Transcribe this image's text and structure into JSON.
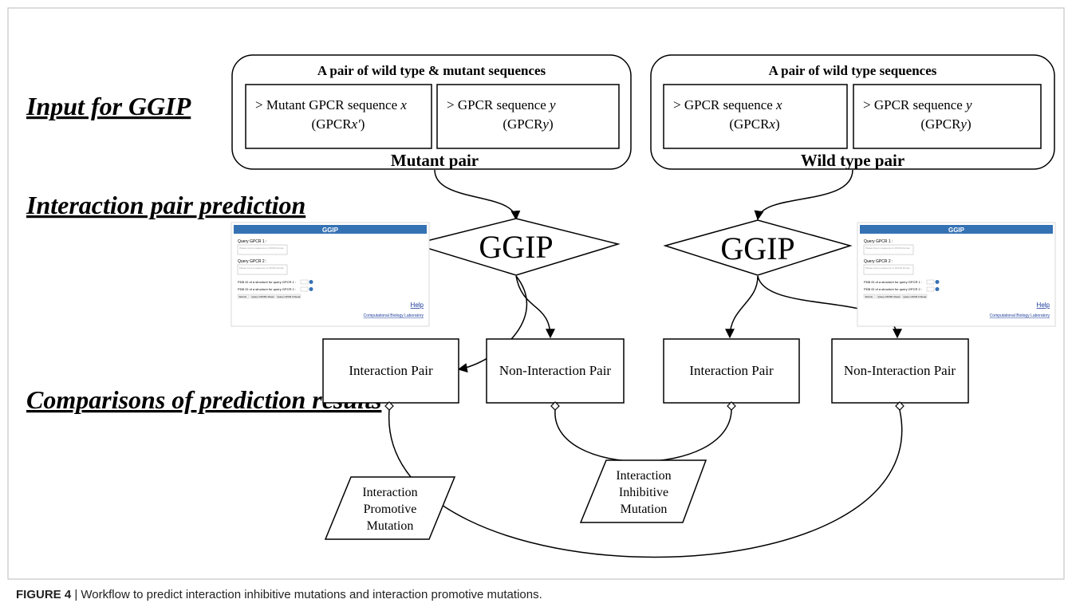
{
  "sections": {
    "input": "Input for GGIP",
    "prediction": "Interaction pair prediction",
    "comparison": "Comparisons of prediction results"
  },
  "mutant_group": {
    "title": "A pair of wild type & mutant sequences",
    "box1_line1_prefix": "> Mutant GPCR sequence ",
    "box1_line1_var": "x",
    "box1_line2_prefix": "(GPCR",
    "box1_line2_var": "x'",
    "box1_line2_suffix": ")",
    "box2_line1_prefix": "> GPCR sequence ",
    "box2_line1_var": "y",
    "box2_line2_prefix": "(GPCR",
    "box2_line2_var": "y",
    "box2_line2_suffix": ")",
    "footer": "Mutant pair"
  },
  "wild_group": {
    "title": "A pair of wild type sequences",
    "box1_line1_prefix": "> GPCR sequence ",
    "box1_line1_var": "x",
    "box1_line2_prefix": "(GPCR",
    "box1_line2_var": "x",
    "box1_line2_suffix": ")",
    "box2_line1_prefix": "> GPCR sequence ",
    "box2_line1_var": "y",
    "box2_line2_prefix": "(GPCR",
    "box2_line2_var": "y",
    "box2_line2_suffix": ")",
    "footer": "Wild type pair"
  },
  "ggip_label": "GGIP",
  "results": {
    "interaction": "Interaction Pair",
    "non_interaction": "Non-Interaction Pair"
  },
  "mutations": {
    "promotive": [
      "Interaction",
      "Promotive",
      "Mutation"
    ],
    "inhibitive": [
      "Interaction",
      "Inhibitive",
      "Mutation"
    ]
  },
  "screenshot": {
    "title": "GGIP",
    "query1": "Query GPCR 1 :",
    "query2": "Query GPCR 2 :",
    "placeholder": "Please input a sequence in FASTA format.",
    "pdb1": "PDB ID of a structure for query GPCR 1 :",
    "pdb2": "PDB ID of a structure for query GPCR 2 :",
    "button_submit": "Submit",
    "button_q1": "Query GPCR1 Reset",
    "button_q2": "Query GPCR 2 Reset",
    "help": "Help",
    "footer": "Computational Biology Laboratory"
  },
  "caption": {
    "label": "FIGURE 4",
    "text": " | Workflow to predict interaction inhibitive mutations and interaction promotive mutations."
  },
  "colors": {
    "screenshot_header": "#3572b4",
    "link": "#1a3a9a",
    "frame": "#bbbbbb"
  }
}
